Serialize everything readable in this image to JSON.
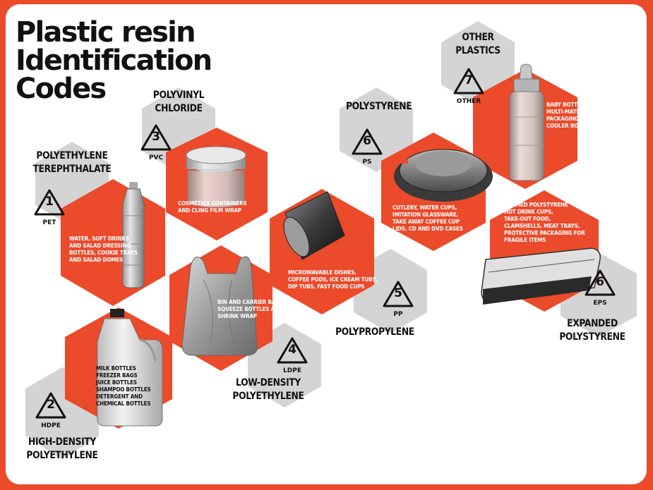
{
  "title": {
    "line1": "Plastic resin",
    "line2": "Identification",
    "line3": "Codes"
  },
  "colors": {
    "frame": "#eb4a2b",
    "grey_hex": "#d4d4d4",
    "red_hex": "#eb4a2b",
    "text": "#111111",
    "desc_text": "#ffffff"
  },
  "resins": [
    {
      "key": "pet",
      "number": "1",
      "code": "PET",
      "name_line1": "POLYETHYLENE",
      "name_line2": "TEREPHTHALATE",
      "uses": [
        "WATER, SOFT DRINKS",
        "AND SALAD DRESSING",
        "BOTTLES, COOKIE TRAYS",
        "AND SALAD DOMES"
      ],
      "image": "water-bottle-image"
    },
    {
      "key": "hdpe",
      "number": "2",
      "code": "HDPE",
      "name_line1": "HIGH-DENSITY",
      "name_line2": "POLYETHYLENE",
      "uses": [
        "MILK BOTTLES",
        "FREEZER BAGS",
        "JUICE BOTTLES",
        "SHAMPOO BOTTLES",
        "DETERGENT AND",
        "CHEMICAL BOTTLES"
      ],
      "image": "milk-jug-image"
    },
    {
      "key": "pvc",
      "number": "3",
      "code": "PVC",
      "name_line1": "POLYVINYL",
      "name_line2": "CHLORIDE",
      "uses": [
        "COSMETICS CONTAINERS",
        "AND CLING FILM WRAP"
      ],
      "image": "cosmetics-jar-image"
    },
    {
      "key": "ldpe",
      "number": "4",
      "code": "LDPE",
      "name_line1": "LOW-DENSITY",
      "name_line2": "POLYETHYLENE",
      "uses": [
        "BIN AND CARRIER BAGS,",
        "SQUEEZE BOTTLES AND",
        "SHRINK WRAP"
      ],
      "image": "plastic-bag-image"
    },
    {
      "key": "pp",
      "number": "5",
      "code": "PP",
      "name_line1": "POLYPROPYLENE",
      "name_line2": "",
      "uses": [
        "MICROWAVABLE DISHES,",
        "COFFEE PODS, ICE CREAM TUBS,",
        "DIP TUBS, FAST FOOD CUPS"
      ],
      "image": "coffee-pod-image"
    },
    {
      "key": "ps",
      "number": "6",
      "code": "PS",
      "name_line1": "POLYSTYRENE",
      "name_line2": "",
      "uses": [
        "CUTLERY, WATER CUPS,",
        "IMITATION GLASSWARE,",
        "TAKE AWAY COFFEE CUP",
        "LIDS, CD AND DVD CASES"
      ],
      "image": "cup-lid-image"
    },
    {
      "key": "other",
      "number": "7",
      "code": "OTHER",
      "name_line1": "OTHER",
      "name_line2": "PLASTICS",
      "uses": [
        "BABY BOTTLES,",
        "MULTI-MATERIAL",
        "PACKAGING, WATER",
        "COOLER BOTTLES"
      ],
      "image": "baby-bottle-image"
    },
    {
      "key": "eps",
      "number": "6",
      "code": "EPS",
      "name_line1": "EXPANDED",
      "name_line2": "POLYSTYRENE",
      "uses": [
        "FOAMED POLYSTYRENE",
        "HOT DRINK CUPS,",
        "TAKE-OUT FOOD,",
        "CLAMSHELLS, MEAT TRAYS,",
        "PROTECTIVE PACKAGING FOR",
        "FRAGILE ITEMS"
      ],
      "image": "foam-tray-image"
    }
  ]
}
